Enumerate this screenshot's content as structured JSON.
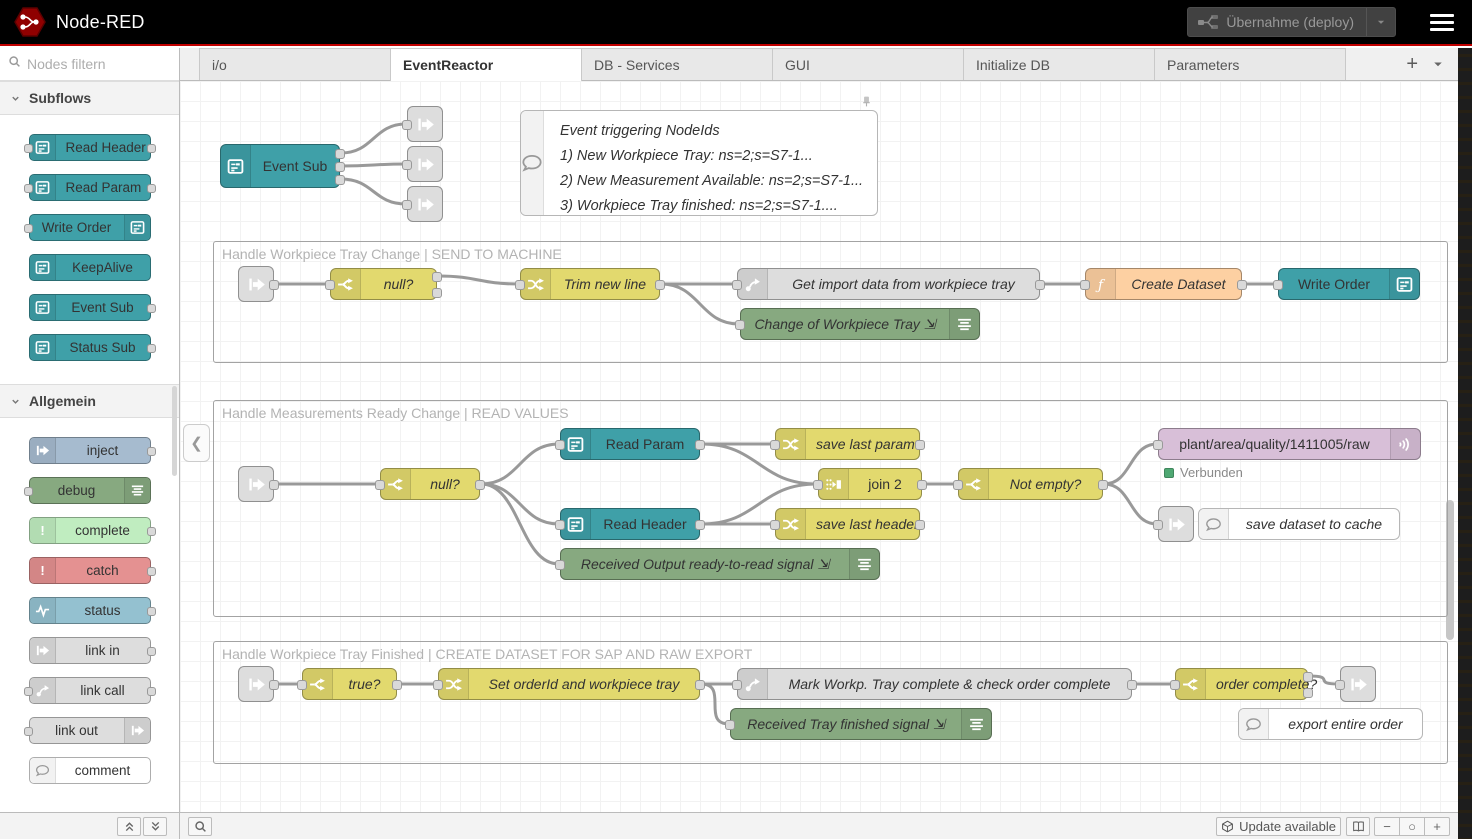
{
  "header": {
    "title": "Node-RED",
    "deploy_label": "Übernahme (deploy)"
  },
  "palette": {
    "search_placeholder": "Nodes filtern",
    "categories": [
      {
        "label": "Subflows",
        "items": [
          {
            "label": "Read Header",
            "type": "subflow",
            "icon": "subflow-icon",
            "icon_side": "left",
            "ports": "both"
          },
          {
            "label": "Read Param",
            "type": "subflow",
            "icon": "subflow-icon",
            "icon_side": "left",
            "ports": "both"
          },
          {
            "label": "Write Order",
            "type": "subflow",
            "icon": "subflow-icon",
            "icon_side": "right",
            "ports": "in"
          },
          {
            "label": "KeepAlive",
            "type": "subflow",
            "icon": "subflow-icon",
            "icon_side": "left",
            "ports": "none"
          },
          {
            "label": "Event Sub",
            "type": "subflow",
            "icon": "subflow-icon",
            "icon_side": "left",
            "ports": "out"
          },
          {
            "label": "Status Sub",
            "type": "subflow",
            "icon": "subflow-icon",
            "icon_side": "left",
            "ports": "out"
          }
        ]
      },
      {
        "label": "Allgemein",
        "items": [
          {
            "label": "inject",
            "type": "inject",
            "icon": "inject-icon",
            "icon_side": "left",
            "ports": "out"
          },
          {
            "label": "debug",
            "type": "debug",
            "icon": "debug-list-icon",
            "icon_side": "right",
            "ports": "in"
          },
          {
            "label": "complete",
            "type": "complete",
            "icon": "exclaim-icon",
            "icon_side": "left",
            "ports": "out"
          },
          {
            "label": "catch",
            "type": "catch",
            "icon": "exclaim-icon",
            "icon_side": "left",
            "ports": "out"
          },
          {
            "label": "status",
            "type": "status",
            "icon": "pulse-icon",
            "icon_side": "left",
            "ports": "out"
          },
          {
            "label": "link in",
            "type": "link",
            "icon": "link-arrow-icon",
            "icon_side": "left",
            "ports": "out"
          },
          {
            "label": "link call",
            "type": "link",
            "icon": "link-call-icon",
            "icon_side": "left",
            "ports": "both"
          },
          {
            "label": "link out",
            "type": "link",
            "icon": "link-arrow-icon",
            "icon_side": "right",
            "ports": "in"
          },
          {
            "label": "comment",
            "type": "comment",
            "icon": "comment-bubble-icon",
            "icon_side": "left",
            "ports": "none"
          }
        ]
      }
    ]
  },
  "tabs": {
    "items": [
      "i/o",
      "EventReactor",
      "DB - Services",
      "GUI",
      "Initialize DB",
      "Parameters"
    ],
    "active": "EventReactor",
    "add_label": "+"
  },
  "canvas": {
    "groups": [
      {
        "id": "g1",
        "label": "Handle Workpiece Tray Change | SEND TO MACHINE"
      },
      {
        "id": "g2",
        "label": "Handle Measurements Ready Change | READ VALUES"
      },
      {
        "id": "g3",
        "label": "Handle Workpiece Tray Finished | CREATE DATASET FOR SAP AND RAW EXPORT"
      }
    ],
    "comment_box": {
      "title": "Event triggering NodeIds",
      "lines": [
        "1) New Workpiece Tray: ns=2;s=S7-1...",
        "2) New Measurement Available: ns=2;s=S7-1...",
        "3) Workpiece Tray finished: ns=2;s=S7-1...."
      ]
    },
    "nodes": [
      {
        "id": "event_sub",
        "label": "Event Sub",
        "type": "subflow",
        "icon": "subflow-icon",
        "icon_side": "left",
        "italic": false
      },
      {
        "id": "lo_top1",
        "label": "",
        "type": "link",
        "icon": "link-arrow-icon"
      },
      {
        "id": "lo_top2",
        "label": "",
        "type": "link",
        "icon": "link-arrow-icon"
      },
      {
        "id": "lo_top3",
        "label": "",
        "type": "link",
        "icon": "link-arrow-icon"
      },
      {
        "id": "li_g1",
        "label": "",
        "type": "link",
        "icon": "link-arrow-icon"
      },
      {
        "id": "sw_null_g1",
        "label": "null?",
        "type": "switch",
        "icon": "switch-icon",
        "icon_side": "left",
        "italic": true
      },
      {
        "id": "ch_trim",
        "label": "Trim new line",
        "type": "change",
        "icon": "change-icon",
        "icon_side": "left",
        "italic": true
      },
      {
        "id": "lc_get",
        "label": "Get import data from workpiece tray",
        "type": "link",
        "icon": "link-call-icon",
        "icon_side": "left",
        "italic": true
      },
      {
        "id": "fn_create",
        "label": "Create Dataset",
        "type": "function",
        "icon": "function-icon",
        "icon_side": "left",
        "italic": true
      },
      {
        "id": "sf_write",
        "label": "Write Order",
        "type": "subflow",
        "icon": "subflow-icon",
        "icon_side": "right",
        "italic": false
      },
      {
        "id": "dbg_change",
        "label": "Change of Workpiece Tray ⇲",
        "type": "debug",
        "icon": "debug-list-icon",
        "icon_side": "right",
        "italic": true
      },
      {
        "id": "li_g2",
        "label": "",
        "type": "link",
        "icon": "link-arrow-icon"
      },
      {
        "id": "sw_null_g2",
        "label": "null?",
        "type": "switch",
        "icon": "switch-icon",
        "icon_side": "left",
        "italic": true
      },
      {
        "id": "sf_rparam",
        "label": "Read Param",
        "type": "subflow",
        "icon": "subflow-icon",
        "icon_side": "left",
        "italic": false
      },
      {
        "id": "sf_rheader",
        "label": "Read Header",
        "type": "subflow",
        "icon": "subflow-icon",
        "icon_side": "left",
        "italic": false
      },
      {
        "id": "dbg_recv",
        "label": "Received Output ready-to-read signal ⇲",
        "type": "debug",
        "icon": "debug-list-icon",
        "icon_side": "right",
        "italic": true
      },
      {
        "id": "ch_slp",
        "label": "save last param",
        "type": "change",
        "icon": "change-icon",
        "icon_side": "left",
        "italic": true
      },
      {
        "id": "ch_slh",
        "label": "save last header",
        "type": "change",
        "icon": "change-icon",
        "icon_side": "left",
        "italic": true
      },
      {
        "id": "jn_join",
        "label": "join 2",
        "type": "join",
        "icon": "join-icon",
        "icon_side": "left",
        "italic": false
      },
      {
        "id": "sw_notempty",
        "label": "Not empty?",
        "type": "switch",
        "icon": "switch-icon",
        "icon_side": "left",
        "italic": true
      },
      {
        "id": "mqtt_out",
        "label": "plant/area/quality/1411005/raw",
        "type": "mqtt",
        "icon": "wifi-icon",
        "icon_side": "right",
        "italic": false
      },
      {
        "id": "lo_g2",
        "label": "",
        "type": "link",
        "icon": "link-arrow-icon"
      },
      {
        "id": "cm_cache",
        "label": "save dataset to cache",
        "type": "comment",
        "icon": "comment-bubble-icon",
        "icon_side": "left",
        "italic": true
      },
      {
        "id": "li_g3",
        "label": "",
        "type": "link",
        "icon": "link-arrow-icon"
      },
      {
        "id": "sw_true",
        "label": "true?",
        "type": "switch",
        "icon": "switch-icon",
        "icon_side": "left",
        "italic": true
      },
      {
        "id": "ch_set",
        "label": "Set orderId and workpiece tray",
        "type": "change",
        "icon": "change-icon",
        "icon_side": "left",
        "italic": true
      },
      {
        "id": "lc_mark",
        "label": "Mark Workp. Tray complete & check order complete",
        "type": "link",
        "icon": "link-call-icon",
        "icon_side": "left",
        "italic": true
      },
      {
        "id": "sw_order",
        "label": "order complete?",
        "type": "switch",
        "icon": "switch-icon",
        "icon_side": "left",
        "italic": true
      },
      {
        "id": "lo_g3",
        "label": "",
        "type": "link",
        "icon": "link-arrow-icon"
      },
      {
        "id": "dbg_tray",
        "label": "Received Tray finished signal ⇲",
        "type": "debug",
        "icon": "debug-list-icon",
        "icon_side": "right",
        "italic": true
      },
      {
        "id": "cm_export",
        "label": "export entire order",
        "type": "comment",
        "icon": "comment-bubble-icon",
        "icon_side": "left",
        "italic": true
      }
    ],
    "status": {
      "label": "Verbunden",
      "color": "#4FA873"
    }
  },
  "footer": {
    "update_label": "Update available",
    "zoom_out": "−",
    "zoom_reset": "○",
    "zoom_in": "+"
  },
  "colors": {
    "subflow": "#3FA0A8",
    "switch": "#E2D96E",
    "change": "#E2D96E",
    "join": "#E2D96E",
    "function": "#FDD0A2",
    "link": "#DDDDDD",
    "debug": "#87A980",
    "mqtt": "#D8BFD8",
    "inject": "#A6BBCF",
    "complete": "#C0EDC0",
    "catch": "#E49191",
    "status": "#94C1D0",
    "comment": "#FFFFFF",
    "wire": "#999999",
    "header_accent": "#C00000",
    "connected": "#4FA873"
  }
}
